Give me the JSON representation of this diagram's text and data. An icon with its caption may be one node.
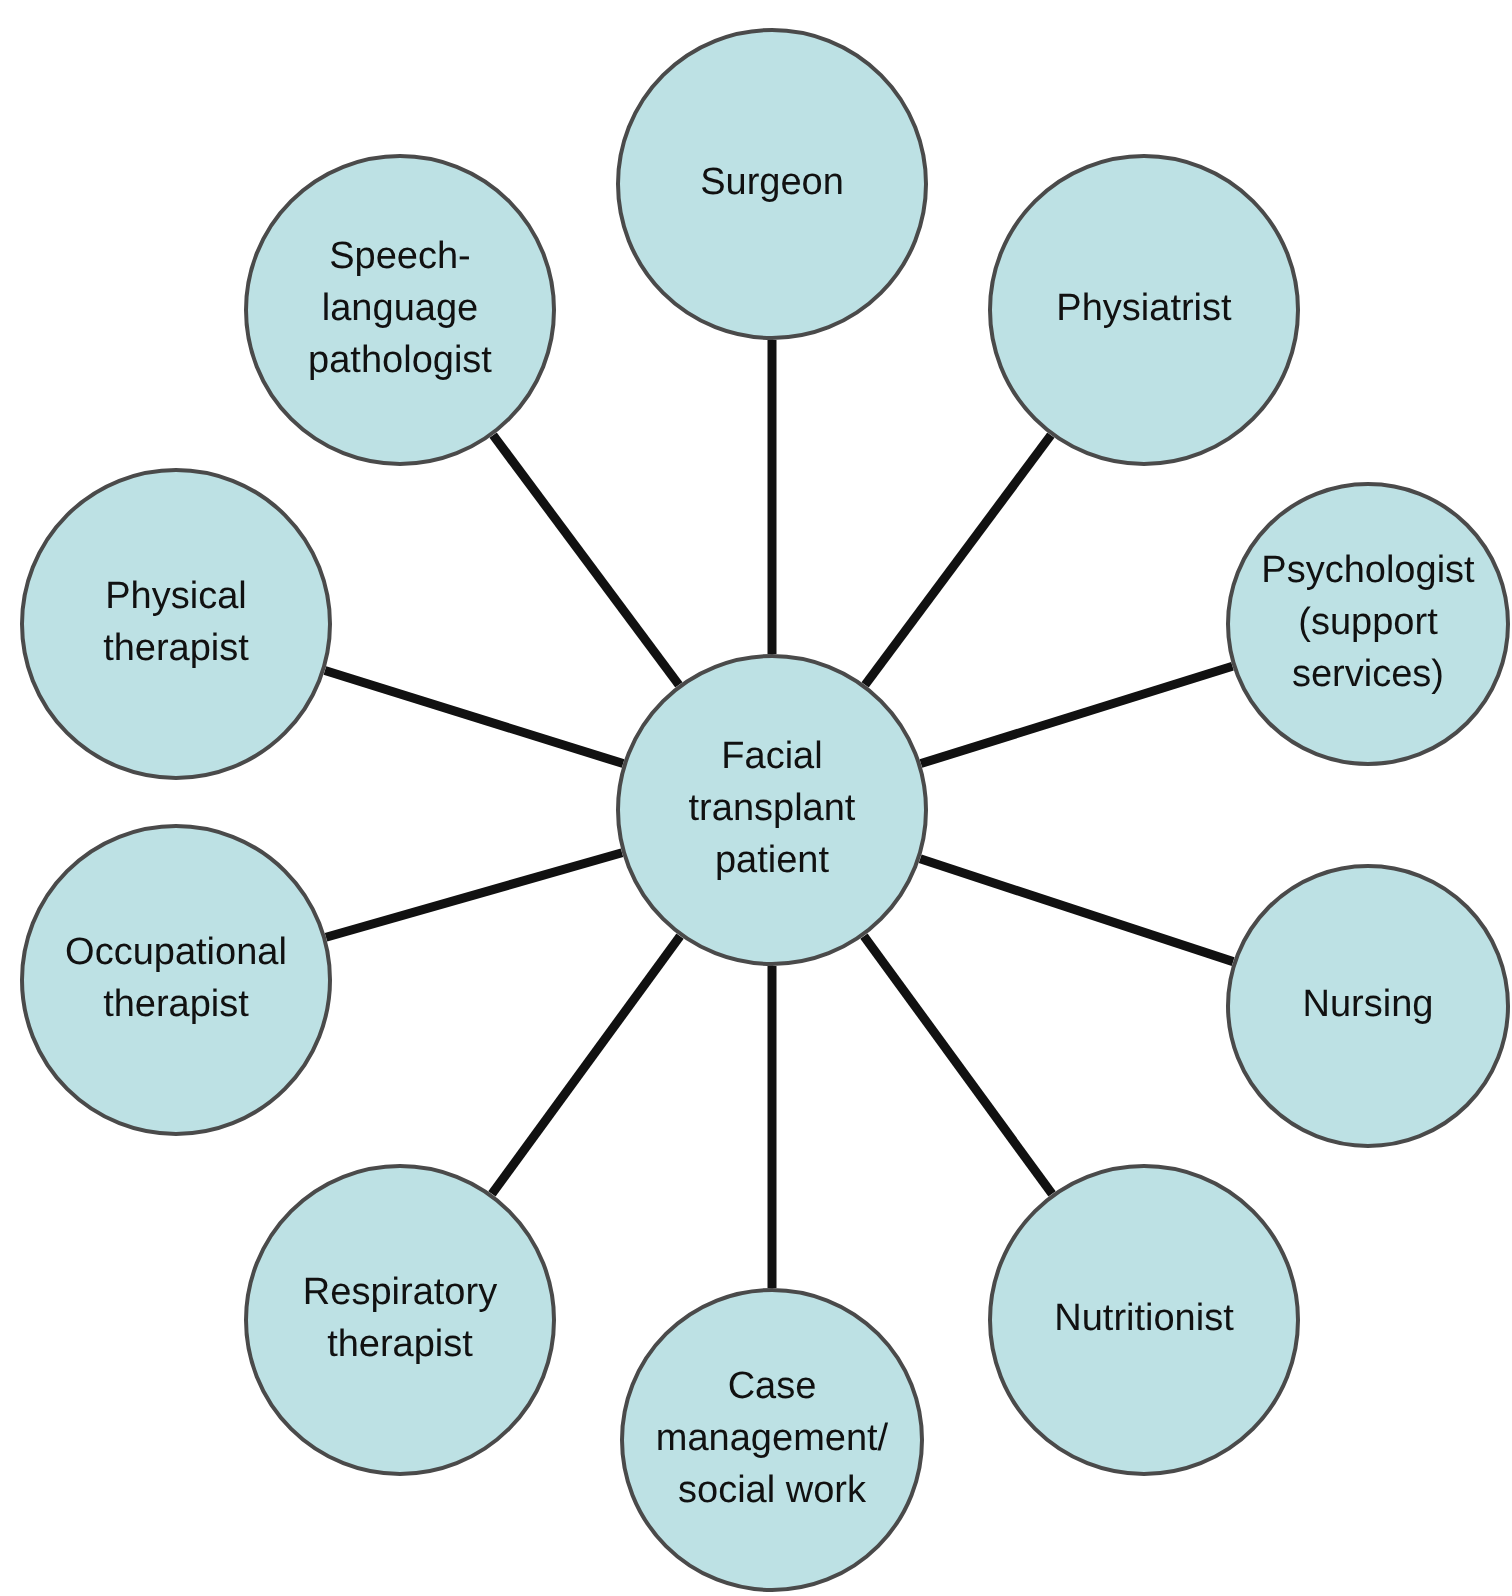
{
  "diagram": {
    "nodes": [
      {
        "text": [
          "Surgeon"
        ]
      },
      {
        "text": [
          "Speech-language pathologist"
        ]
      },
      {
        "text": [
          "Physiatrist"
        ]
      },
      {
        "text": [
          "Physical therapist"
        ]
      },
      {
        "text": [
          "Psychologist (support services)"
        ]
      },
      {
        "text": [
          "Facial transplant patient"
        ]
      },
      {
        "text": [
          "Occupational therapist"
        ]
      },
      {
        "text": [
          "Nursing"
        ]
      },
      {
        "text": [
          "Respiratory therapist"
        ]
      },
      {
        "text": [
          "Nutritionist"
        ]
      },
      {
        "text": [
          "Case management/ social work"
        ]
      }
    ],
    "edges": [
      {
        "from": 5,
        "to": 0,
        "arrow": "none"
      },
      {
        "from": 5,
        "to": 2,
        "arrow": "none"
      },
      {
        "from": 5,
        "to": 4,
        "arrow": "none"
      },
      {
        "from": 5,
        "to": 7,
        "arrow": "none"
      },
      {
        "from": 5,
        "to": 9,
        "arrow": "none"
      },
      {
        "from": 5,
        "to": 10,
        "arrow": "none"
      },
      {
        "from": 5,
        "to": 8,
        "arrow": "none"
      },
      {
        "from": 5,
        "to": 6,
        "arrow": "none"
      },
      {
        "from": 5,
        "to": 3,
        "arrow": "none"
      },
      {
        "from": 5,
        "to": 1,
        "arrow": "none"
      }
    ]
  }
}
